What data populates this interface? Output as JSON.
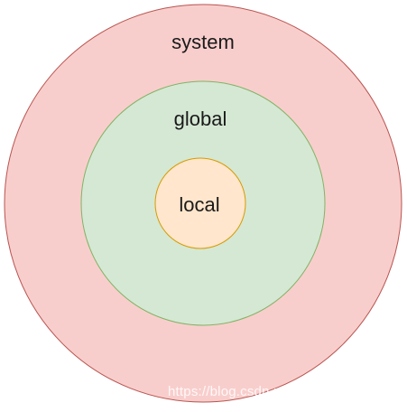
{
  "diagram": {
    "rings": [
      {
        "id": "system",
        "label": "system",
        "fill": "#f8cecc",
        "stroke": "#b85450"
      },
      {
        "id": "global",
        "label": "global",
        "fill": "#d5e8d4",
        "stroke": "#82b366"
      },
      {
        "id": "local",
        "label": "local",
        "fill": "#ffe6cc",
        "stroke": "#d79b00"
      }
    ]
  },
  "watermark": {
    "text": "https://blog.csdn.net/..."
  }
}
